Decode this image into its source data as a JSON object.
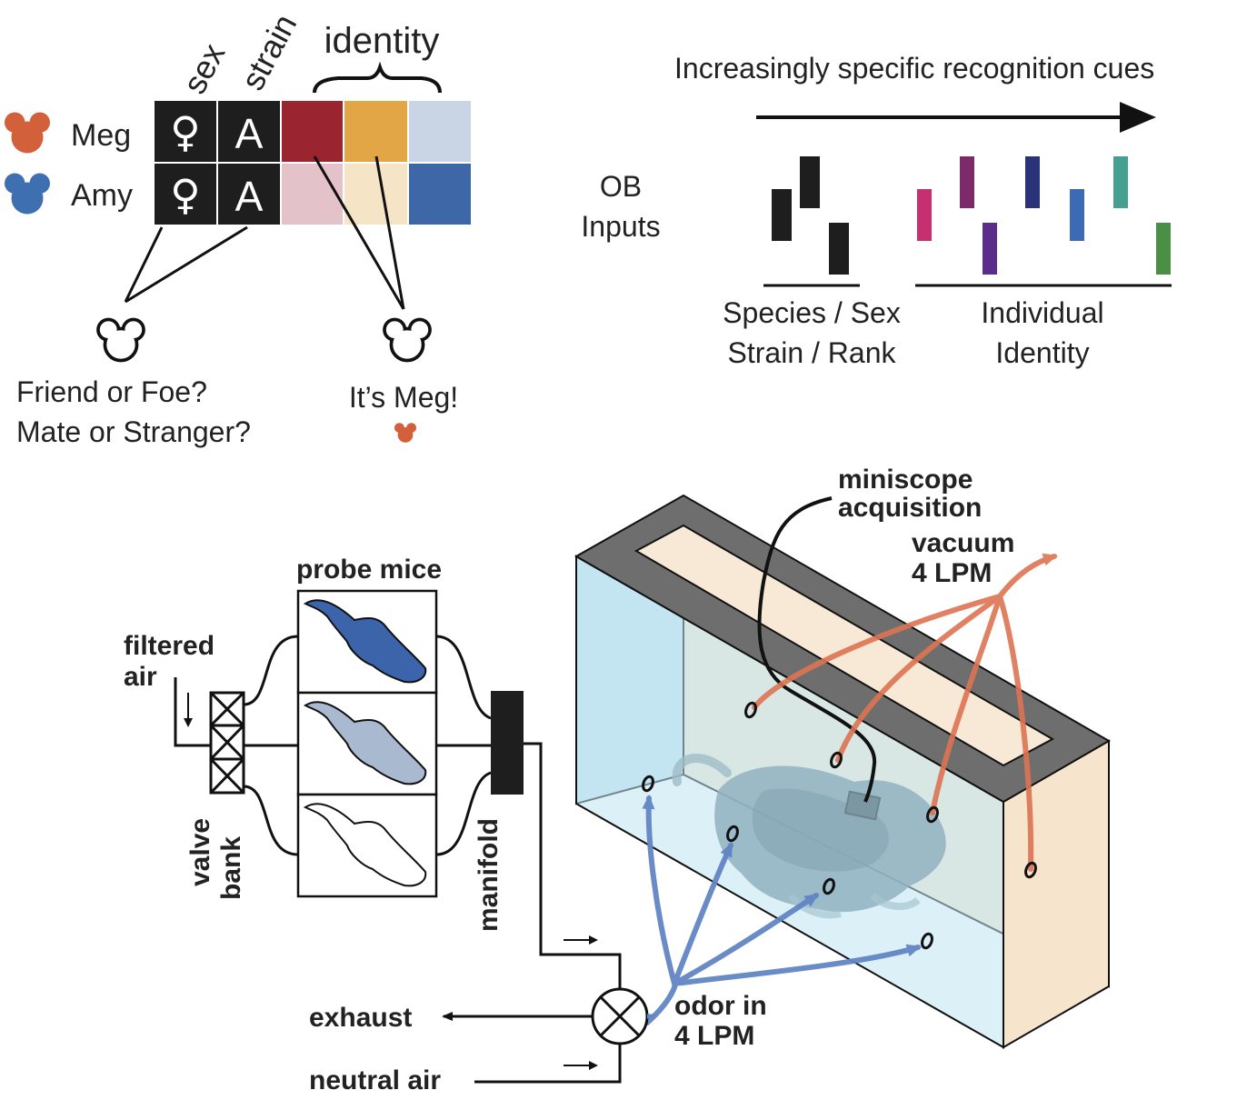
{
  "recognition": {
    "col_headers": {
      "sex": "sex",
      "strain": "strain",
      "identity": "identity"
    },
    "animals": [
      {
        "name": "Meg",
        "color": "#d2603a",
        "sex_symbol": "♀",
        "strain": "A"
      },
      {
        "name": "Amy",
        "color": "#3e6fb0",
        "sex_symbol": "♀",
        "strain": "A"
      }
    ],
    "identity_colors": {
      "meg": [
        "#9a2430",
        "#e3a646",
        "#c9d4e4"
      ],
      "amy": [
        "#e3c2c9",
        "#f6e4c7",
        "#3e67a8"
      ]
    },
    "q1": "Friend or Foe?",
    "q2": "Mate or Stranger?",
    "answer": "It’s Meg!"
  },
  "ob": {
    "arrow_label": "Increasingly specific recognition cues",
    "inputs_label_1": "OB",
    "inputs_label_2": "Inputs",
    "group1_line1": "Species / Sex",
    "group1_line2": "Strain / Rank",
    "group2_line1": "Individual",
    "group2_line2": "Identity",
    "identity_bar_colors": [
      "#c7306e",
      "#7d2a6b",
      "#5b2d8a",
      "#2b3378",
      "#3c6ab4",
      "#45a08f",
      "#4a8f45"
    ]
  },
  "apparatus": {
    "miniscope_1": "miniscope",
    "miniscope_2": "acquisition",
    "vacuum": "vacuum",
    "vacuum_rate": "4 LPM",
    "probe_mice": "probe mice",
    "filtered_1": "filtered",
    "filtered_2": "air",
    "valve_1": "valve",
    "valve_2": "bank",
    "manifold": "manifold",
    "exhaust": "exhaust",
    "neutral_air": "neutral air",
    "odor_in": "odor in",
    "odor_rate": "4 LPM",
    "colors": {
      "vacuum": "#dd7453",
      "odor": "#6285c4"
    }
  }
}
